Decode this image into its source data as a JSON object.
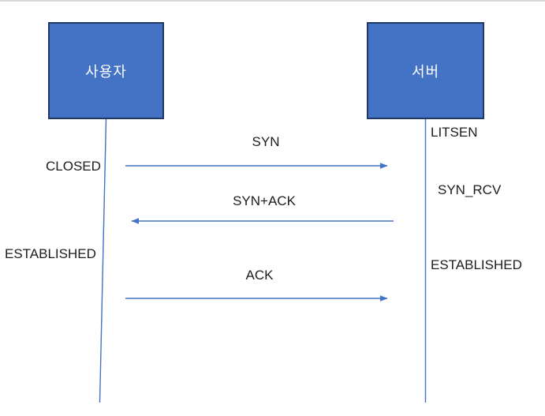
{
  "diagram": {
    "actors": [
      {
        "id": "user",
        "label": "사용자"
      },
      {
        "id": "server",
        "label": "서버"
      }
    ],
    "messages": [
      {
        "label": "SYN",
        "direction": "right"
      },
      {
        "label": "SYN+ACK",
        "direction": "left"
      },
      {
        "label": "ACK",
        "direction": "right"
      }
    ],
    "states_left": [
      "CLOSED",
      "ESTABLISHED"
    ],
    "states_right": [
      "LITSEN",
      "SYN_RCV",
      "ESTABLISHED"
    ]
  },
  "colors": {
    "box_fill": "#4472c4",
    "box_border": "#1f3864",
    "line": "#4472c4",
    "text": "#1d1d1d",
    "top_edge": "#d9d9d9"
  }
}
